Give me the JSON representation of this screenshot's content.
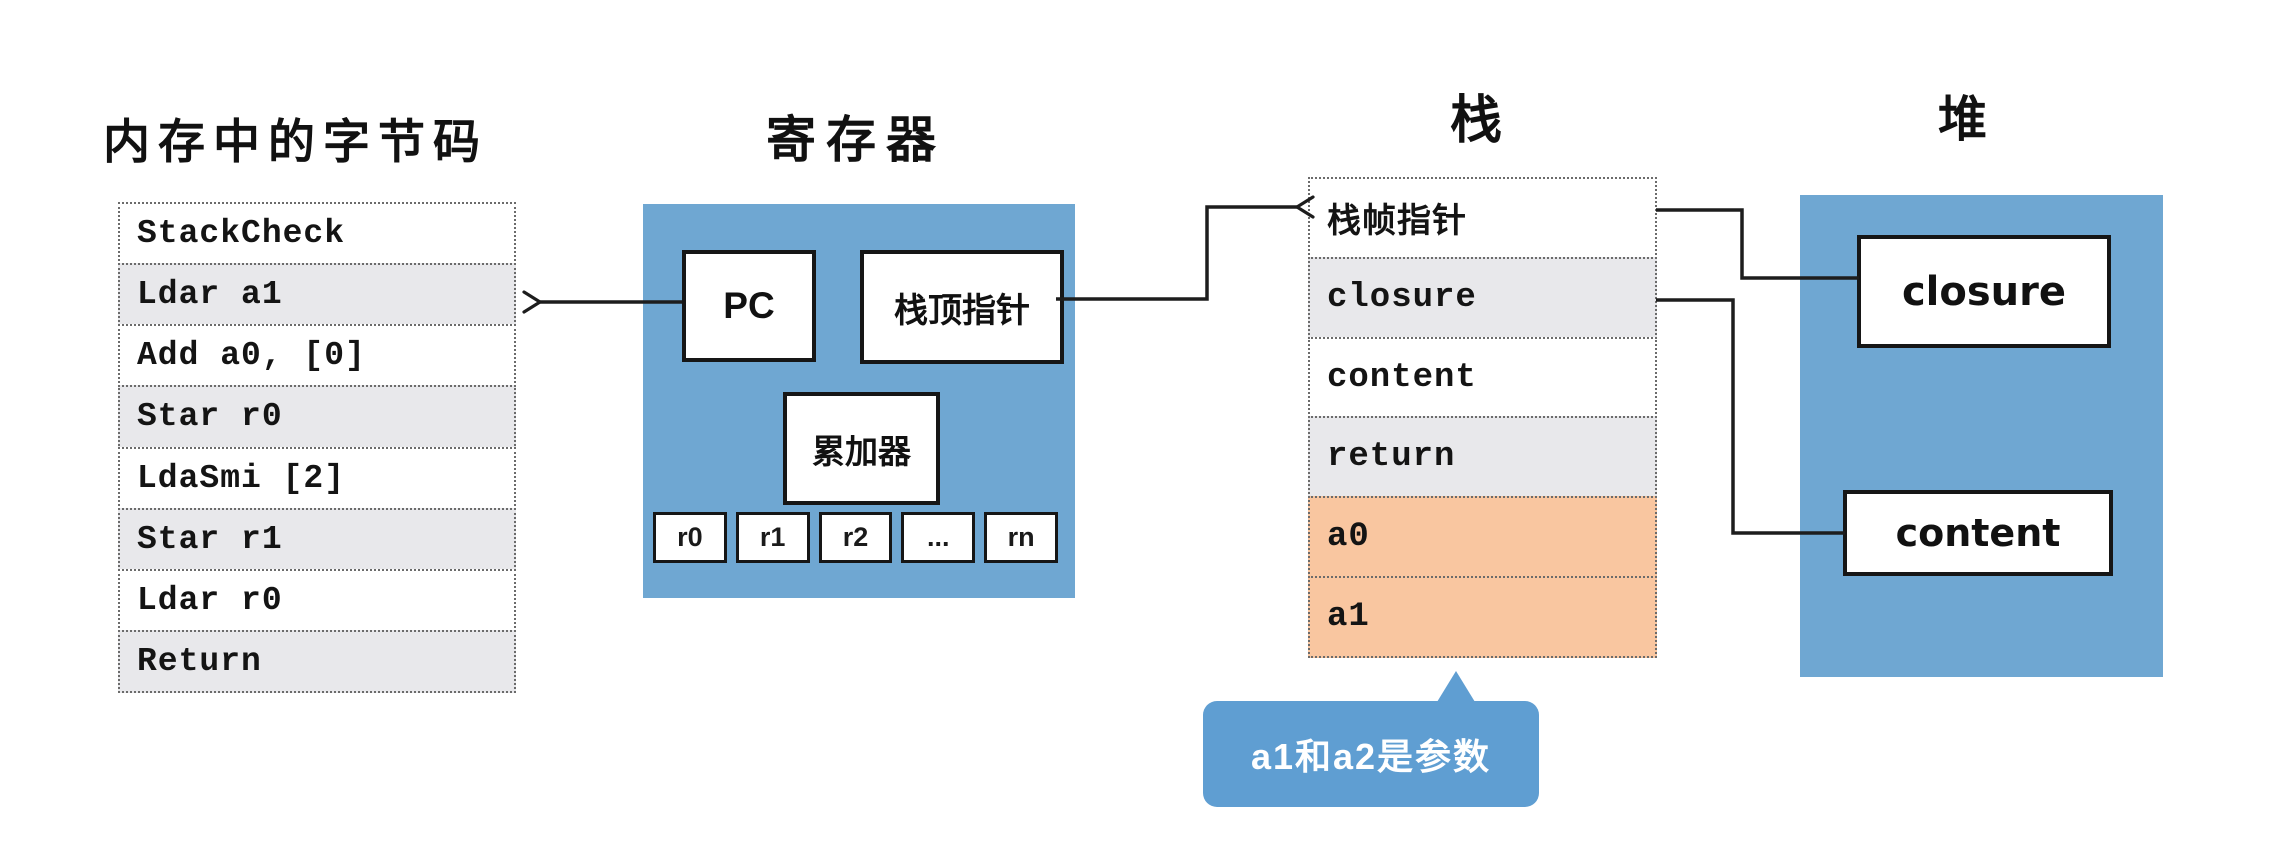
{
  "colors": {
    "container_blue": "#6fa7d2",
    "callout_blue": "#5f9ed2",
    "row_gray": "#e8e8eb",
    "row_orange": "#f9c6a0",
    "line_black": "#1d1d1d"
  },
  "bytecode": {
    "title": "内存中的字节码",
    "rows": [
      {
        "label": "StackCheck"
      },
      {
        "label": "Ldar a1"
      },
      {
        "label": "Add a0, [0]"
      },
      {
        "label": "Star r0"
      },
      {
        "label": "LdaSmi [2]"
      },
      {
        "label": "Star r1"
      },
      {
        "label": "Ldar r0"
      },
      {
        "label": "Return"
      }
    ]
  },
  "registers": {
    "title": "寄存器",
    "pc_label": "PC",
    "stack_top_pointer_label": "栈顶指针",
    "accumulator_label": "累加器",
    "register_cells": [
      "r0",
      "r1",
      "r2",
      "...",
      "rn"
    ]
  },
  "stack": {
    "title": "栈",
    "rows": [
      {
        "label": "栈帧指针"
      },
      {
        "label": "closure"
      },
      {
        "label": "content"
      },
      {
        "label": "return"
      },
      {
        "label": "a0"
      },
      {
        "label": "a1"
      }
    ],
    "callout": "a1和a2是参数"
  },
  "heap": {
    "title": "堆",
    "closure_label": "closure",
    "content_label": "content"
  }
}
